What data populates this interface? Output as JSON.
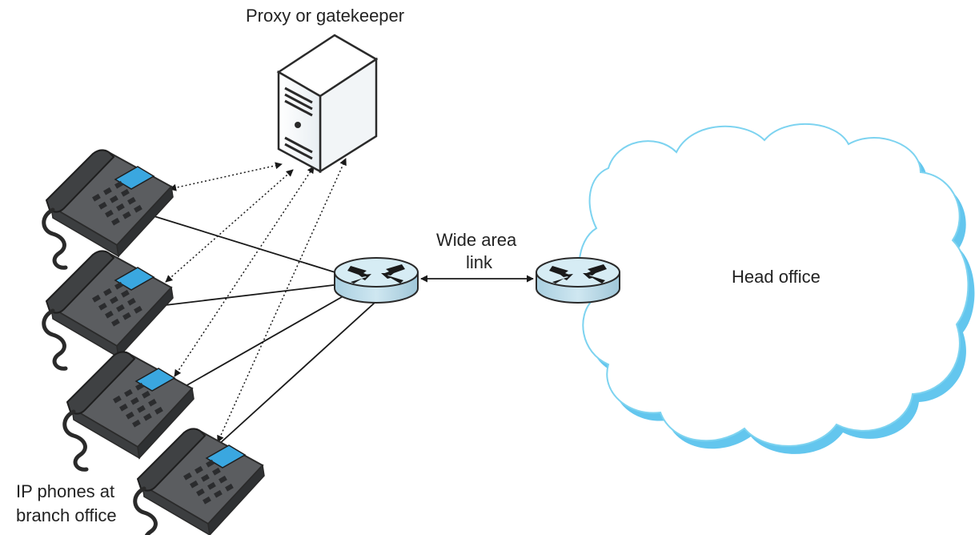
{
  "labels": {
    "proxy": "Proxy or gatekeeper",
    "wan_line1": "Wide area",
    "wan_line2": "link",
    "head_office": "Head office",
    "phones_line1": "IP phones at",
    "phones_line2": "branch office"
  },
  "colors": {
    "cloud_outline": "#7dd3f0",
    "cloud_shadow": "#63c6ee",
    "router_fill": "#bcdcea",
    "router_top": "#d6ecf4",
    "phone_body": "#55575a",
    "phone_screen": "#3aa7e0",
    "line": "#1a1a1a"
  },
  "icons": [
    "server-icon",
    "router-icon",
    "router-icon",
    "ip-phone-icon",
    "cloud-icon"
  ]
}
